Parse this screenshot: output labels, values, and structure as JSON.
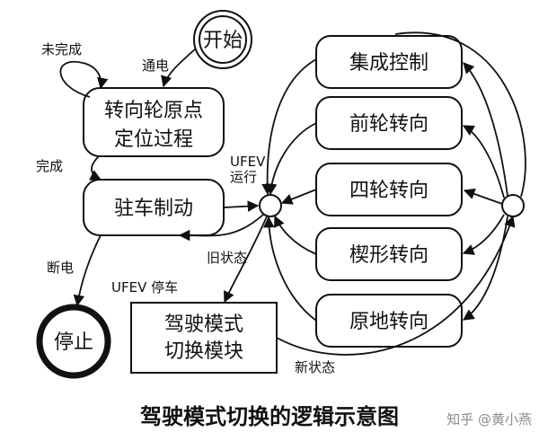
{
  "nodes": {
    "start": "开始",
    "positioning_line1": "转向轮原点",
    "positioning_line2": "定位过程",
    "parking": "驻车制动",
    "stop": "停止",
    "switch_line1": "驾驶模式",
    "switch_line2": "切换模块",
    "integrated": "集成控制",
    "front": "前轮转向",
    "four": "四轮转向",
    "wedge": "楔形转向",
    "spot": "原地转向"
  },
  "edges": {
    "incomplete": "未完成",
    "power_on": "通电",
    "complete": "完成",
    "ufev_top": "UFEV",
    "run": "运行",
    "power_off": "断电",
    "old_state": "旧状态",
    "ufev_stop": "UFEV 停车",
    "new_state": "新状态"
  },
  "caption": "驾驶模式切换的逻辑示意图",
  "watermark": "知乎 @黄小燕"
}
